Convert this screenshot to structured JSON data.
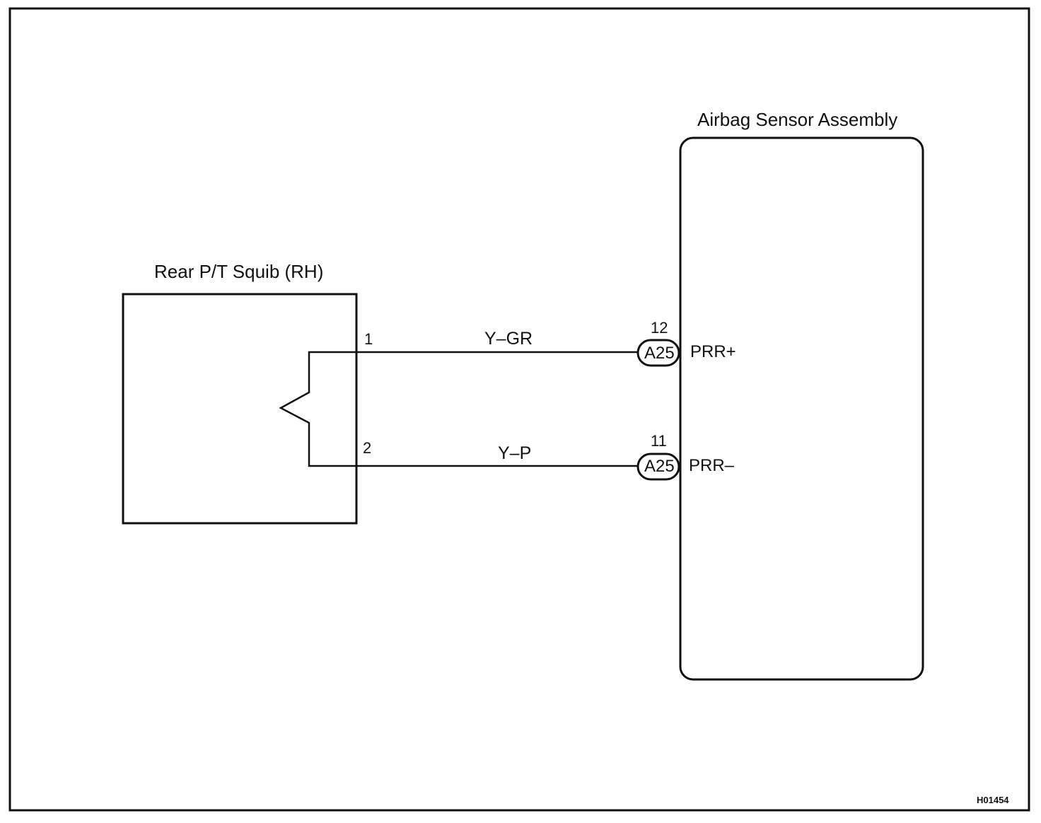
{
  "squib": {
    "title": "Rear P/T Squib (RH)",
    "pins": [
      {
        "number": "1",
        "wire_color": "Y–GR"
      },
      {
        "number": "2",
        "wire_color": "Y–P"
      }
    ]
  },
  "sensor": {
    "title": "Airbag Sensor Assembly",
    "terminals": [
      {
        "connector": "A25",
        "pin": "12",
        "signal": "PRR+"
      },
      {
        "connector": "A25",
        "pin": "11",
        "signal": "PRR–"
      }
    ]
  },
  "figure_id": "H01454"
}
